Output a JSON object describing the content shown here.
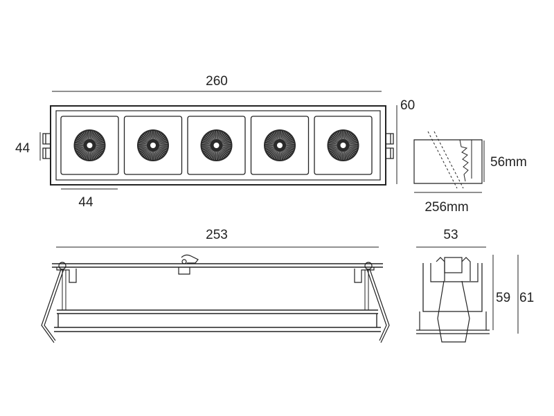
{
  "dimensions": {
    "top_width": "260",
    "top_height": "60",
    "left_height": "44",
    "cell_width": "44",
    "cutout_height": "56mm",
    "cutout_width": "256mm",
    "side_width": "253",
    "end_width": "53",
    "end_height_inner": "59",
    "end_height_outer": "61"
  },
  "lens_count": 5,
  "colors": {
    "line": "#222222",
    "background": "#ffffff"
  }
}
